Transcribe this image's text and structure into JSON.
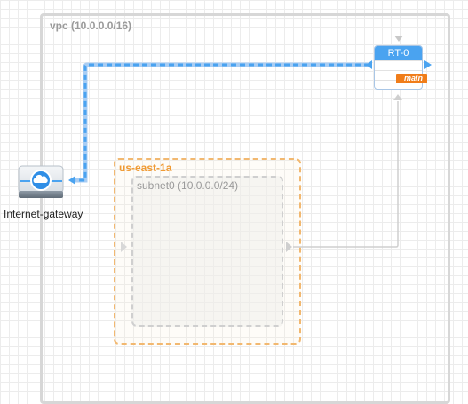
{
  "vpc": {
    "label": "vpc (10.0.0.0/16)"
  },
  "availability_zone": {
    "label": "us-east-1a"
  },
  "subnet": {
    "label": "subnet0 (10.0.0.0/24)"
  },
  "route_table": {
    "title": "RT-0",
    "tag": "main"
  },
  "internet_gateway": {
    "label": "Internet-gateway"
  },
  "colors": {
    "route_blue": "#4aa3f0",
    "az_orange": "#f2b870",
    "main_tag": "#f07d1a",
    "connector_gray": "#cfcfcf"
  }
}
